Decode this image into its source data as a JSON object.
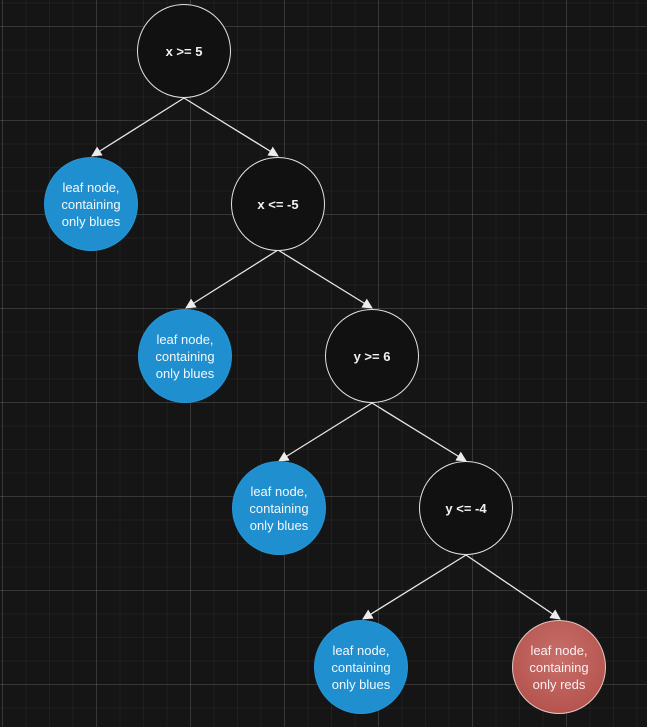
{
  "nodes": {
    "root": {
      "label": "x >= 5"
    },
    "leaf_1": {
      "label": "leaf node, containing only blues"
    },
    "split_2": {
      "label": "x <= -5"
    },
    "leaf_2": {
      "label": "leaf node, containing only blues"
    },
    "split_3": {
      "label": "y >= 6"
    },
    "leaf_3": {
      "label": "leaf node, containing only blues"
    },
    "split_4": {
      "label": "y <= -4"
    },
    "leaf_4": {
      "label": "leaf node, containing only blues"
    },
    "leaf_5": {
      "label": "leaf node, containing only reds"
    }
  },
  "colors": {
    "background": "#151515",
    "decision_fill": "#111111",
    "decision_border": "#e2e2e2",
    "blue_leaf": "#1f8fd0",
    "red_leaf": "#b75651",
    "edge": "#e6e6e6"
  }
}
